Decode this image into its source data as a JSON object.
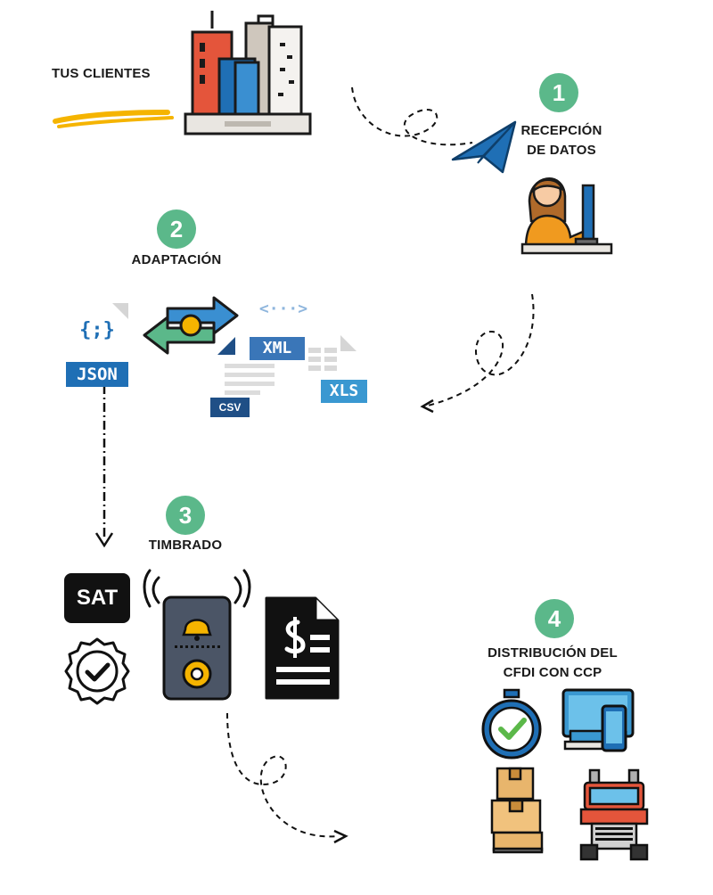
{
  "clients": {
    "label": "TUS CLIENTES"
  },
  "steps": [
    {
      "number": "1",
      "label_line1": "RECEPCIÓN",
      "label_line2": "DE DATOS"
    },
    {
      "number": "2",
      "label_line1": "ADAPTACIÓN",
      "label_line2": ""
    },
    {
      "number": "3",
      "label_line1": "TIMBRADO",
      "label_line2": ""
    },
    {
      "number": "4",
      "label_line1": "DISTRIBUCIÓN DEL",
      "label_line2": "CFDI CON CCP"
    }
  ],
  "formats": {
    "json": "JSON",
    "json_icon": "{;}",
    "xml": "XML",
    "xml_icon": "<···>",
    "xls": "XLS",
    "csv": "CSV"
  },
  "sat": {
    "label": "SAT"
  },
  "icons": [
    "buildings-icon",
    "paper-plane-icon",
    "receptionist-icon",
    "sync-arrows-icon",
    "certified-badge-icon",
    "doorbell-icon",
    "invoice-icon",
    "stopwatch-icon",
    "devices-icon",
    "boxes-icon",
    "truck-icon"
  ],
  "colors": {
    "badge": "#5bb88a",
    "accent_blue": "#1f6fb5",
    "highlight": "#f5b400"
  }
}
